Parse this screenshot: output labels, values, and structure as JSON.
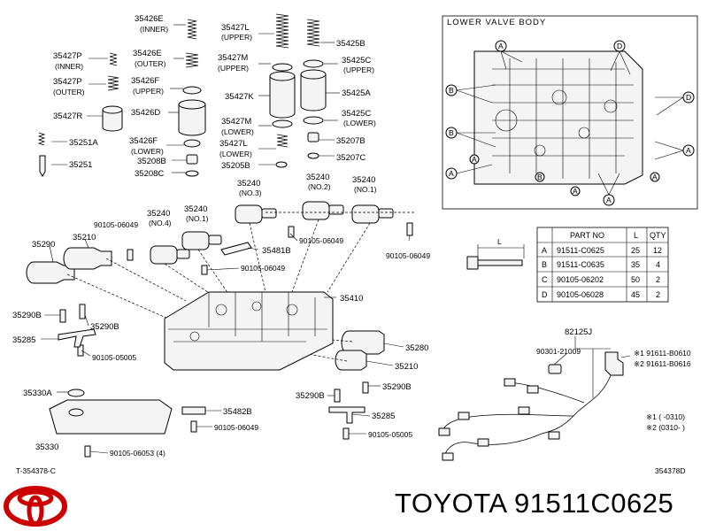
{
  "labels": {
    "inner_spring": "35426E",
    "inner_spring_note": "(INNER)",
    "outer_spring": "35426E",
    "outer_spring_note": "(OUTER)",
    "upper_spring": "35426F",
    "upper_spring_note": "(UPPER)",
    "piston": "35426D",
    "lower_spring": "35426F",
    "lower_spring_note": "(LOWER)",
    "plug_b": "35208B",
    "plug_c": "35208C",
    "p_inner": "35427P",
    "p_inner_note": "(INNER)",
    "p_outer": "35427P",
    "p_outer_note": "(OUTER)",
    "r": "35427R",
    "a251": "35251A",
    "b251": "35251",
    "l_upper": "35427L",
    "l_upper_note": "(UPPER)",
    "m_upper": "35427M",
    "m_upper_note": "(UPPER)",
    "k": "35427K",
    "m_lower": "35427M",
    "m_lower_note": "(LOWER)",
    "l_lower": "35427L",
    "l_lower_note": "(LOWER)",
    "b205": "35205B",
    "b425": "35425B",
    "c425_up": "35425C",
    "c425_up_note": "(UPPER)",
    "a425": "35425A",
    "c425_low": "35425C",
    "c425_low_note": "(LOWER)",
    "b207": "35207B",
    "c207": "35207C",
    "s3": "35240",
    "s3_note": "(NO.3)",
    "s2": "35240",
    "s2_note": "(NO.2)",
    "s1a": "35240",
    "s1a_note": "(NO.1)",
    "s4": "35240",
    "s4_note": "(NO.4)",
    "s1b": "35240",
    "s1b_note": "(NO.1)",
    "bolt_a": "90105-06049",
    "bolt_b": "90105-06049",
    "bolt_c": "90105-06049",
    "bolt_d": "90105-06049",
    "b481": "35481B",
    "p290": "35290",
    "p210": "35210",
    "p410": "35410",
    "b290_a": "35290B",
    "b290_b": "35290B",
    "p285_a": "35285",
    "bolt_e": "90105-05005",
    "p330a": "35330A",
    "p330": "35330",
    "bolt_f": "90105-06053 (4)",
    "b482": "35482B",
    "bolt_g": "90105-06049",
    "p280": "35280",
    "p210b": "35210",
    "b290_c": "35290B",
    "b290_d": "35290B",
    "p285_b": "35285",
    "bolt_h": "90105-05005",
    "code_left": "T-354378-C",
    "code_right": "354378D",
    "harness": "82125J",
    "clip": "90301-21009",
    "sensor1": "※1 91611-B0610",
    "sensor2": "※2 91611-B0616",
    "note1": "※1 (      -0310)",
    "note2": "※2 (0310-      )"
  },
  "valve_body": {
    "title": "LOWER VALVE BODY",
    "callouts": [
      "A",
      "A",
      "A",
      "B",
      "B",
      "B",
      "D",
      "D",
      "A",
      "A",
      "A",
      "A"
    ]
  },
  "bolt_table": {
    "l_label": "L",
    "headers": [
      "",
      "PART NO",
      "L",
      "QTY"
    ],
    "rows": [
      [
        "A",
        "91511-C0625",
        "25",
        "12"
      ],
      [
        "B",
        "91511-C0635",
        "35",
        "4"
      ],
      [
        "C",
        "90105-06202",
        "50",
        "2"
      ],
      [
        "D",
        "90105-06028",
        "45",
        "2"
      ]
    ]
  },
  "brand": {
    "text": "TOYOTA 91511C0625",
    "logo_color": "#cc0000"
  }
}
